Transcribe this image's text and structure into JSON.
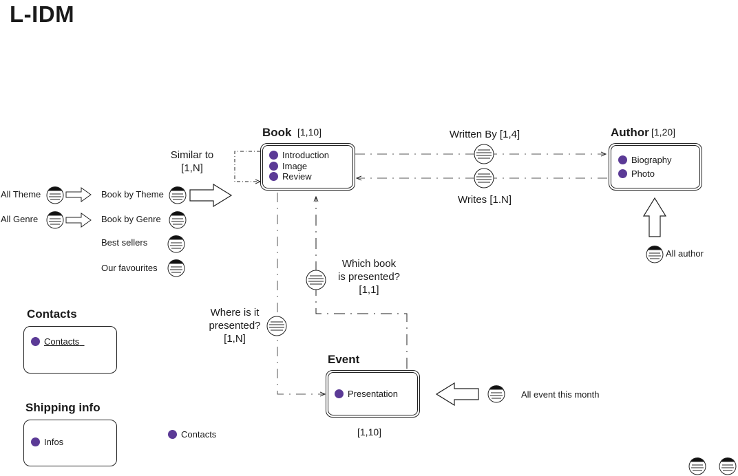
{
  "page": {
    "title": "L-IDM"
  },
  "colors": {
    "bullet": "#5b3a96",
    "line": "#222222"
  },
  "book": {
    "name": "Book",
    "card": "[1,10]",
    "attributes": [
      "Introduction",
      "Image",
      "Review"
    ]
  },
  "author": {
    "name": "Author",
    "card": "[1,20]",
    "attributes": [
      "Biography",
      "Photo"
    ]
  },
  "event": {
    "name": "Event",
    "card": "[1,10]",
    "attributes": [
      "Presentation"
    ]
  },
  "relations": {
    "similar_to": {
      "line1": "Similar to",
      "line2": "[1,N]"
    },
    "written_by": "Written By [1,4]",
    "writes": "Writes [1.N]",
    "which_book": {
      "line1": "Which book",
      "line2": "is presented?",
      "line3": "[1,1]"
    },
    "where_is_it": {
      "line1": "Where is it",
      "line2": "presented?",
      "line3": "[1,N]"
    }
  },
  "access": {
    "all_theme": "All  Theme",
    "all_genre": "All  Genre",
    "book_by_theme": "Book by Theme",
    "book_by_genre": "Book by Genre",
    "best_sellers": "Best sellers",
    "our_favourites": "Our favourites",
    "all_author": "All author",
    "all_event": "All event this month"
  },
  "landmarks": {
    "contacts": {
      "title": "Contacts",
      "item": "Contacts"
    },
    "shipping": {
      "title": "Shipping info",
      "item": "Infos"
    },
    "loose_contacts": "Contacts"
  },
  "icons": {
    "collection": "collection-index-icon",
    "collection_filled": "collection-index-filled-icon",
    "arrow": "outlined-arrow-icon"
  }
}
